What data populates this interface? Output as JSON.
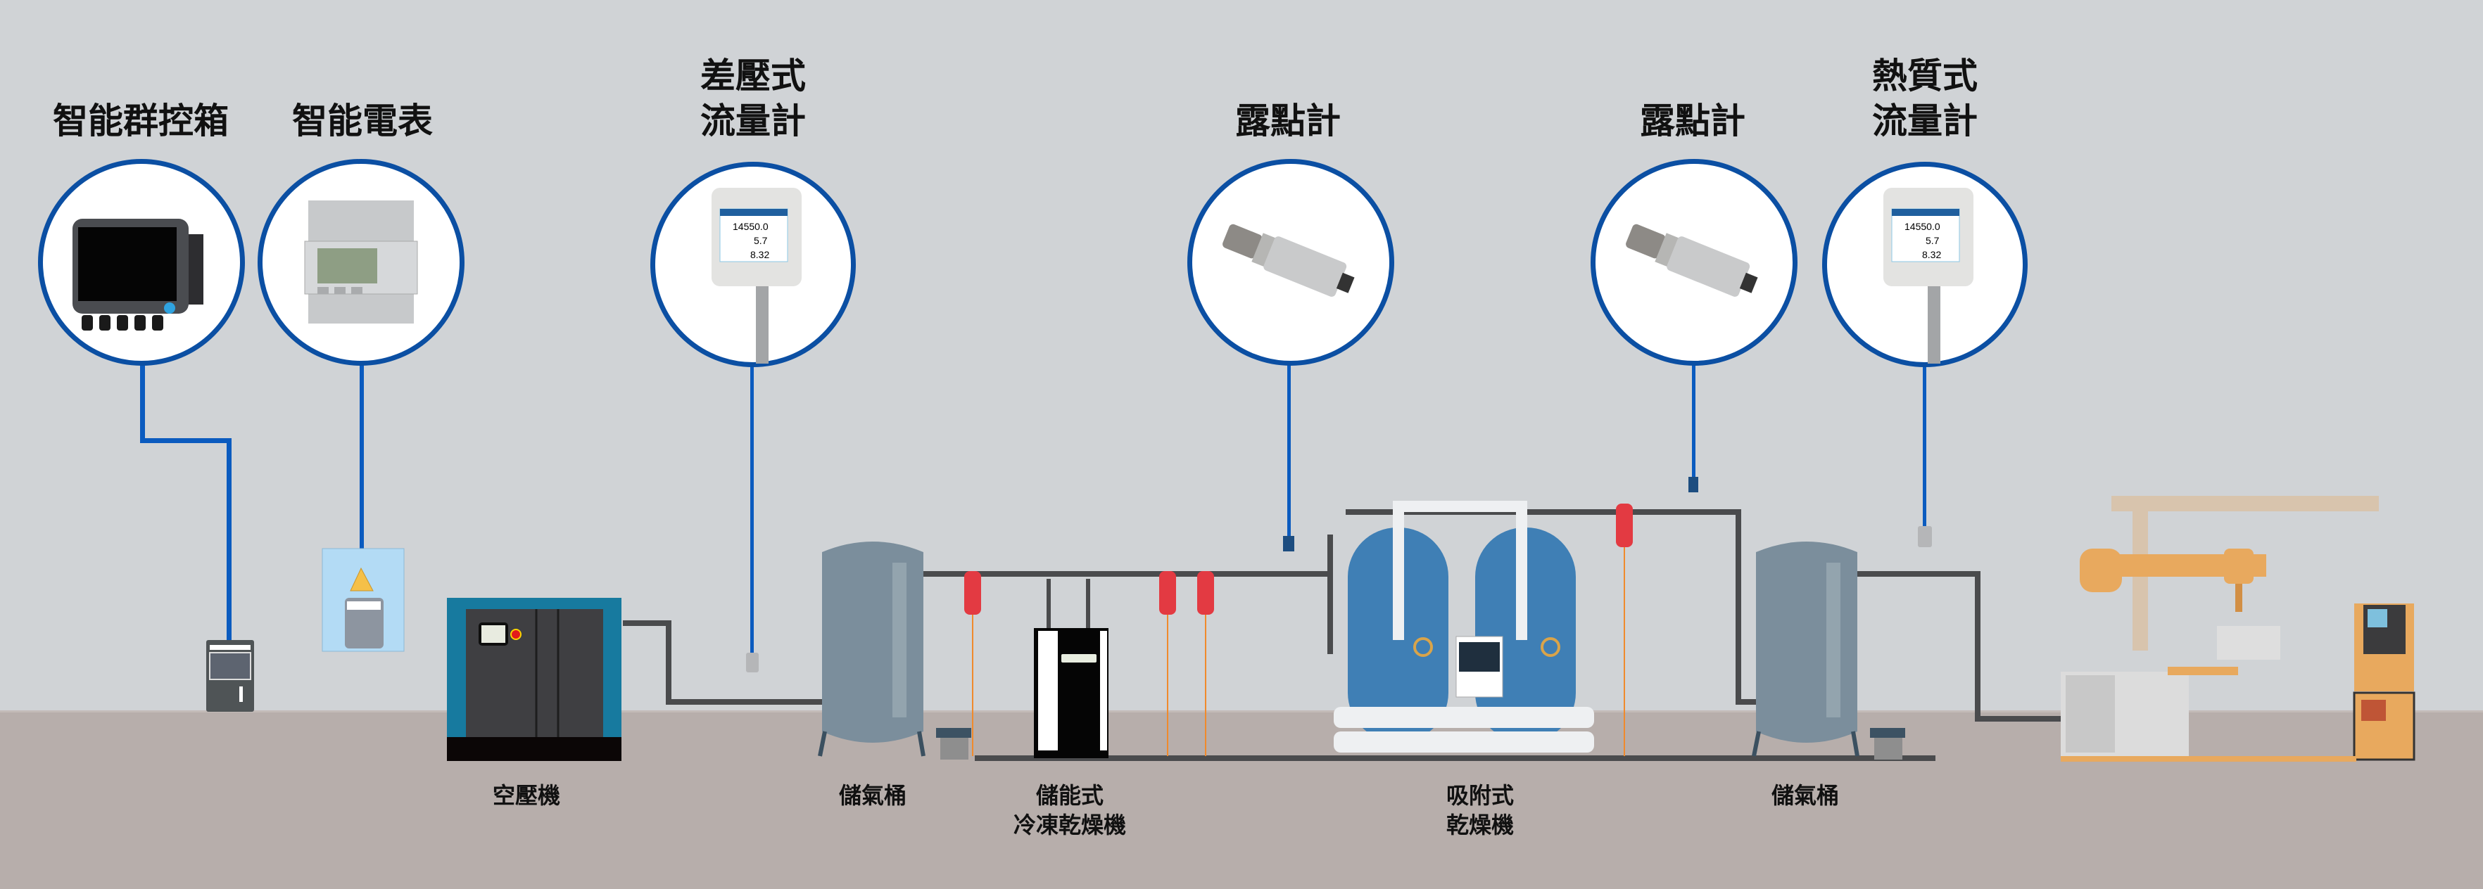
{
  "diagram": {
    "title": "Compressed air system monitoring layout",
    "colors": {
      "wall": "#d0d3d6",
      "floor": "#b7aeab",
      "signal_wire": "#0b5bbf",
      "bubble_border": "#0b4fa3",
      "filter": "#e33a42",
      "tank": "#7b8e9c",
      "adsorption_tank": "#3f7fb5",
      "compressor_accent": "#177a9f",
      "robot": "#e8a95e"
    },
    "instruments": [
      {
        "id": "smart-group-controller",
        "label": "智能群控箱",
        "device": "controller touchscreen"
      },
      {
        "id": "smart-power-meter",
        "label": "智能電表",
        "device": "DIN rail energy meter"
      },
      {
        "id": "dp-flow-meter",
        "label": "差壓式\n流量計",
        "device": "flow meter display",
        "display": {
          "flow": "14550.0",
          "velocity": "5.7",
          "pressure": "8.32"
        }
      },
      {
        "id": "dew-point-meter-1",
        "label": "露點計",
        "device": "dew point sensor"
      },
      {
        "id": "dew-point-meter-2",
        "label": "露點計",
        "device": "dew point sensor"
      },
      {
        "id": "thermal-mass-flow-meter",
        "label": "熱質式\n流量計",
        "device": "flow meter display",
        "display": {
          "flow": "14550.0",
          "velocity": "5.7",
          "pressure": "8.32"
        }
      }
    ],
    "equipment": [
      {
        "id": "air-compressor",
        "label": "空壓機"
      },
      {
        "id": "air-receiver-1",
        "label": "儲氣桶"
      },
      {
        "id": "refrigerated-dryer",
        "label": "儲能式\n冷凍乾燥機"
      },
      {
        "id": "adsorption-dryer",
        "label": "吸附式\n乾燥機"
      },
      {
        "id": "air-receiver-2",
        "label": "儲氣桶"
      },
      {
        "id": "production-line",
        "label": ""
      }
    ]
  }
}
